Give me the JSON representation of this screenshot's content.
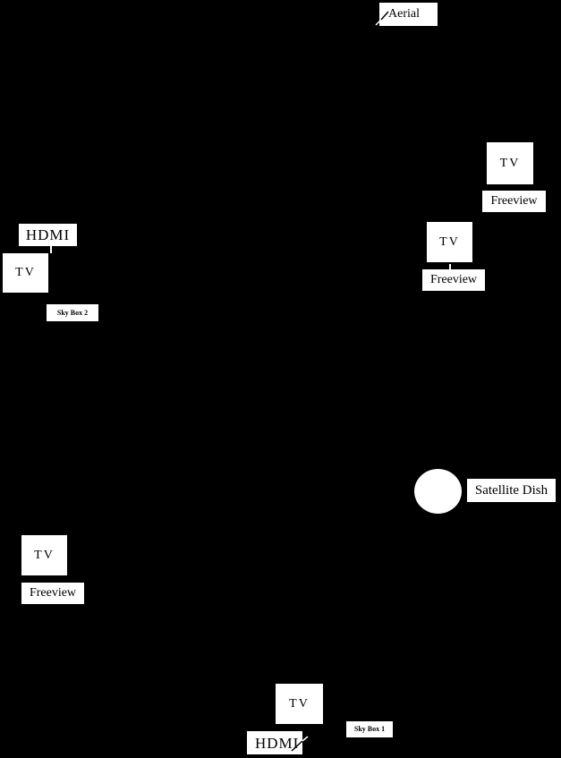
{
  "colors": {
    "background": "#000000",
    "box_fill": "#ffffff",
    "box_text": "#000000",
    "connector_on_black": "#ffffff",
    "connector_on_white": "#000000"
  },
  "nodes": {
    "aerial": {
      "label": "Aerial"
    },
    "tv_top_right": {
      "label": "TV"
    },
    "freeview_top_right": {
      "label": "Freeview"
    },
    "tv_right": {
      "label": "TV"
    },
    "freeview_right": {
      "label": "Freeview"
    },
    "hdmi_left": {
      "label": "HDMI"
    },
    "tv_left": {
      "label": "TV"
    },
    "sky_box_2": {
      "label": "Sky Box 2"
    },
    "satellite_dish": {
      "label": "Satellite Dish"
    },
    "tv_lower_left": {
      "label": "TV"
    },
    "freeview_lower_left": {
      "label": "Freeview"
    },
    "tv_bottom": {
      "label": "TV"
    },
    "sky_box_1": {
      "label": "Sky Box 1"
    },
    "hdmi_bottom": {
      "label": "HDMI"
    }
  }
}
